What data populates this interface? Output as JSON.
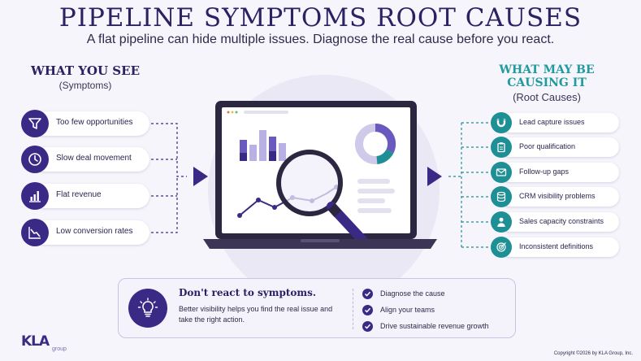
{
  "title": "PIPELINE SYMPTOMS ROOT CAUSES",
  "subtitle": "A flat pipeline can hide multiple issues. Diagnose the real cause before you react.",
  "symptoms": {
    "heading": "WHAT YOU SEE",
    "subheading": "(Symptoms)",
    "items": [
      {
        "label": "Too few opportunities",
        "icon": "funnel-icon"
      },
      {
        "label": "Slow deal movement",
        "icon": "clock-icon"
      },
      {
        "label": "Flat revenue",
        "icon": "bar-chart-icon"
      },
      {
        "label": "Low conversion rates",
        "icon": "declining-chart-icon"
      }
    ]
  },
  "causes": {
    "heading_line1": "WHAT MAY BE",
    "heading_line2": "CAUSING IT",
    "subheading": "(Root Causes)",
    "items": [
      {
        "label": "Lead capture issues",
        "icon": "magnet-icon"
      },
      {
        "label": "Poor qualification",
        "icon": "clipboard-icon"
      },
      {
        "label": "Follow-up gaps",
        "icon": "envelope-icon"
      },
      {
        "label": "CRM visibility problems",
        "icon": "database-icon"
      },
      {
        "label": "Sales capacity constraints",
        "icon": "person-icon"
      },
      {
        "label": "Inconsistent definitions",
        "icon": "target-icon"
      }
    ]
  },
  "callout": {
    "heading": "Don't react to symptoms.",
    "text": "Better visibility helps you find the real issue and take the right action.",
    "icon": "lightbulb-icon",
    "checklist": [
      "Diagnose the cause",
      "Align your teams",
      "Drive sustainable revenue growth"
    ]
  },
  "logo": {
    "main": "KLA",
    "sub": "group"
  },
  "copyright": "Copyright ©2026 by KLA Group, Inc.",
  "colors": {
    "primary": "#3a2a86",
    "teal": "#1d8f95",
    "background": "#f6f5fb"
  }
}
